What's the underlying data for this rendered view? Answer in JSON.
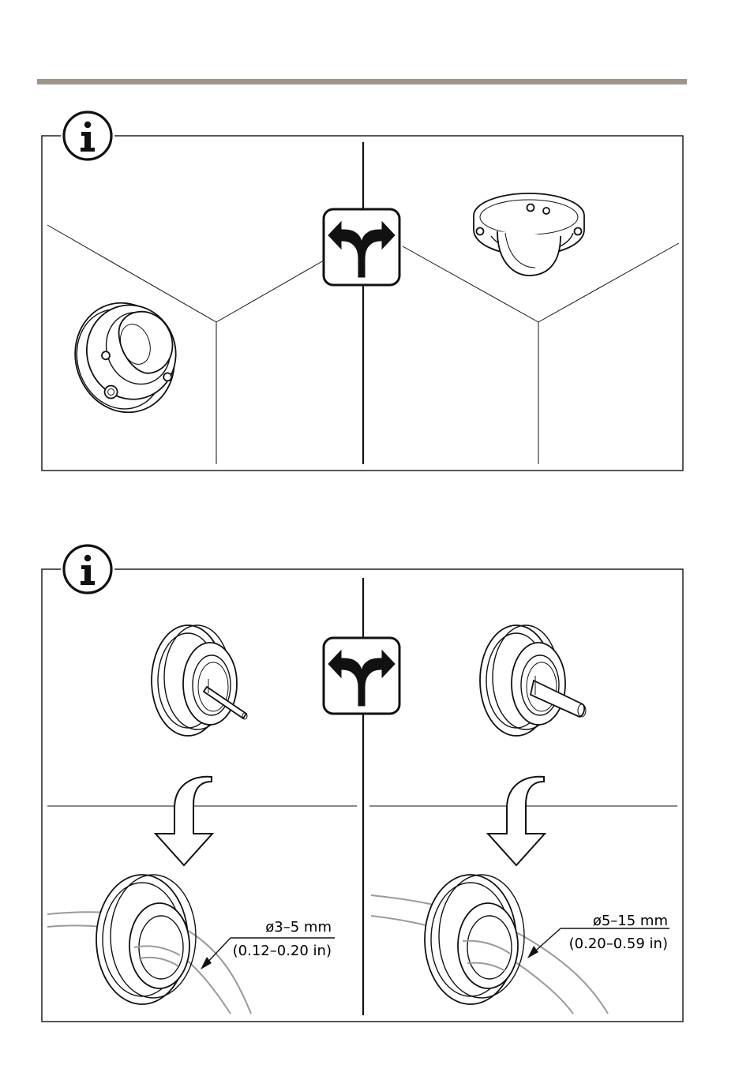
{
  "colors": {
    "header_rule": "#a0958a",
    "line": "#111111",
    "cable": "#9a9a9a",
    "background": "#ffffff"
  },
  "icons": {
    "info": "info-icon",
    "choice": "split-arrow-icon",
    "step": "curved-down-arrow-icon"
  },
  "panel_top": {
    "left_option": "wall-mounted-dome-camera",
    "right_option": "ceiling-mounted-dome-camera"
  },
  "panel_bottom": {
    "left": {
      "diameter_label": "ø3–5 mm",
      "inch_label": "(0.12–0.20 in)"
    },
    "right": {
      "diameter_label": "ø5–15 mm",
      "inch_label": "(0.20–0.59 in)"
    }
  }
}
